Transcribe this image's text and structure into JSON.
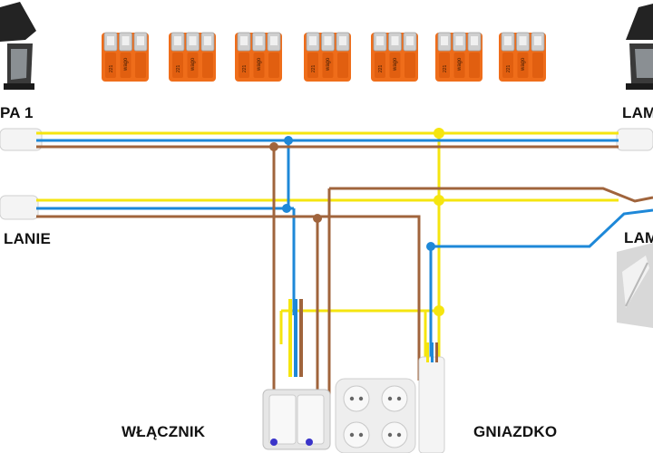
{
  "labels": {
    "lamp1": "PA 1",
    "lamp2": "LAM",
    "feed": "LANIE",
    "lamp3": "LAM",
    "switch": "WŁĄCZNIK",
    "socket": "GNIAZDKO"
  },
  "connectors": {
    "brand": "wago",
    "model": "221",
    "count": 7
  },
  "colors": {
    "phase": "#a0643c",
    "neutral": "#1e88d8",
    "earth": "#f5e50f",
    "wago_body": "#ef6d1a",
    "wago_top": "#cfcfcf",
    "cable_sheath": "#f4f4f4"
  },
  "icons": [
    "lamp-left-icon",
    "lamp-right-icon",
    "wall-lamp-icon",
    "switch-icon",
    "socket-icon",
    "wago-connector-icon"
  ]
}
